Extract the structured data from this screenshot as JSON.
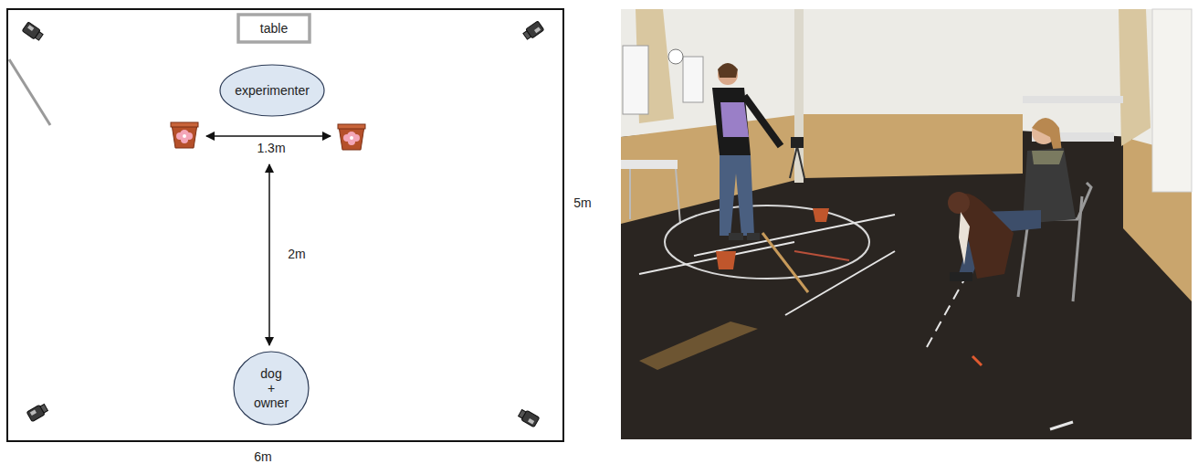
{
  "diagram": {
    "nodes": [
      {
        "text": [
          "table"
        ]
      },
      {
        "text": [
          "experimenter"
        ]
      },
      {
        "text": [
          "dog + owner"
        ]
      }
    ],
    "labels": [
      "1.3m",
      "2m",
      "5m",
      "6m"
    ]
  }
}
